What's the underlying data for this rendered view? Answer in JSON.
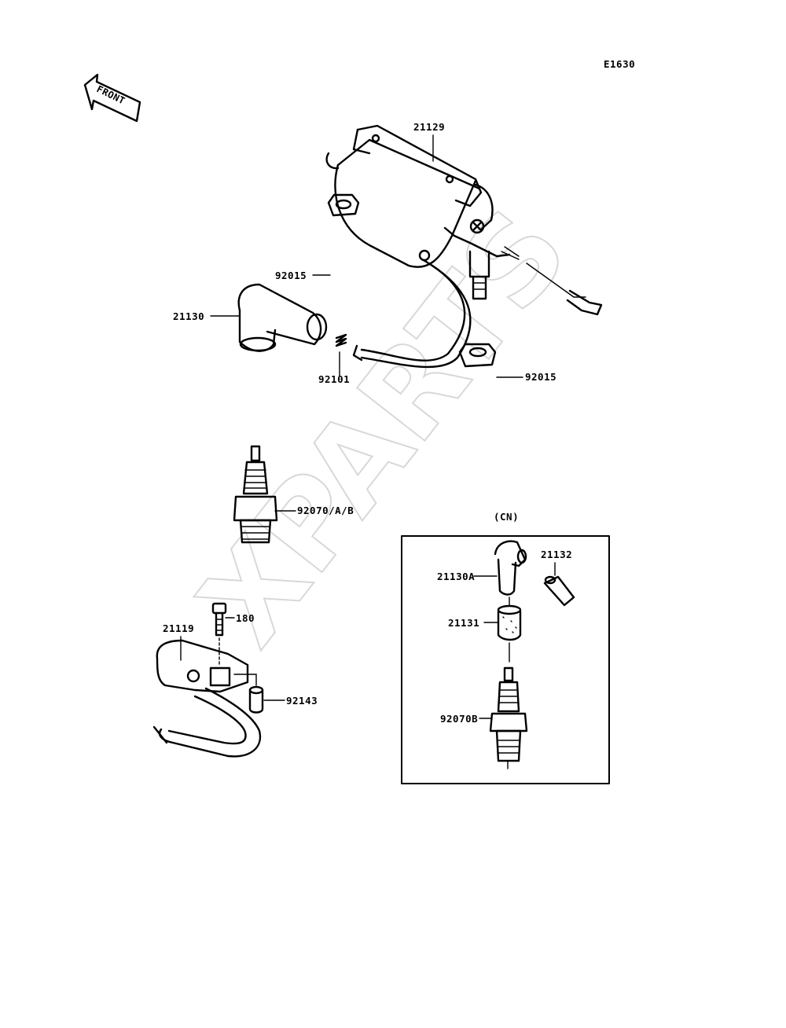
{
  "diagram_code": "E1630",
  "front_label": "FRONT",
  "watermark": "XPARTS",
  "inset_label": "(CN)",
  "callouts": {
    "coil_main": "21129",
    "nut_upper": "92015",
    "cap_main": "21130",
    "spring": "92101",
    "nut_lower": "92015",
    "plug_main": "92070/A/B",
    "coil_alt": "21119",
    "bolt": "180",
    "collar": "92143",
    "cap_cn": "21130A",
    "cap_end": "21132",
    "cap_seal": "21131",
    "plug_cn": "92070B"
  }
}
